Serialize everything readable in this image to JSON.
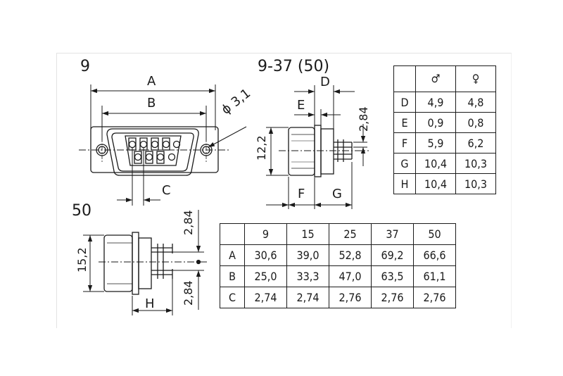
{
  "labels": {
    "view_9": "9",
    "view_9_37_50": "9-37  (50)",
    "view_50": "50",
    "dim_A": "A",
    "dim_B": "B",
    "dim_C": "C",
    "dim_D": "D",
    "dim_E": "E",
    "dim_F": "F",
    "dim_G": "G",
    "dim_H": "H",
    "hole_dia": "ϕ 3,1",
    "dim_12_2": "12,2",
    "dim_2_84_top": "2,84",
    "dim_15_2": "15,2",
    "dim_2_84_upper": "2,84",
    "dim_2_84_lower": "2,84"
  },
  "gender_table": {
    "headers": [
      "",
      "♂",
      "♀"
    ],
    "rows": [
      {
        "dim": "D",
        "male": "4,9",
        "female": "4,8"
      },
      {
        "dim": "E",
        "male": "0,9",
        "female": "0,8"
      },
      {
        "dim": "F",
        "male": "5,9",
        "female": "6,2"
      },
      {
        "dim": "G",
        "male": "10,4",
        "female": "10,3"
      },
      {
        "dim": "H",
        "male": "10,4",
        "female": "10,3"
      }
    ]
  },
  "size_table": {
    "headers": [
      "",
      "9",
      "15",
      "25",
      "37",
      "50"
    ],
    "rows": [
      {
        "dim": "A",
        "values": [
          "30,6",
          "39,0",
          "52,8",
          "69,2",
          "66,6"
        ]
      },
      {
        "dim": "B",
        "values": [
          "25,0",
          "33,3",
          "47,0",
          "63,5",
          "61,1"
        ]
      },
      {
        "dim": "C",
        "values": [
          "2,74",
          "2,74",
          "2,76",
          "2,76",
          "2,76"
        ]
      }
    ]
  }
}
